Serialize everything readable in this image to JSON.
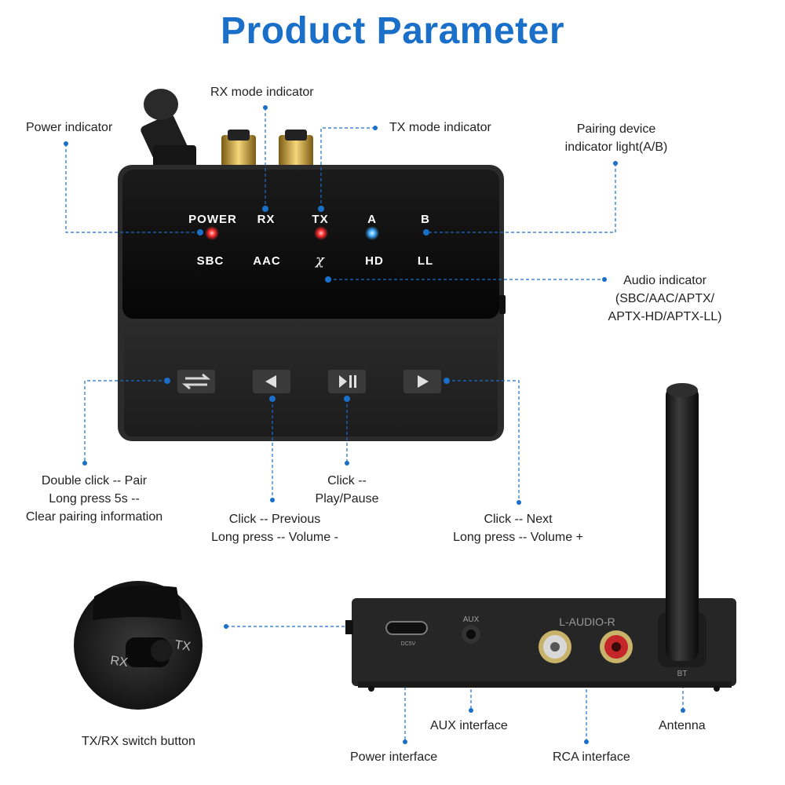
{
  "title": "Product Parameter",
  "labels": {
    "rx_mode": "RX mode indicator",
    "power_indicator": "Power indicator",
    "tx_mode": "TX mode indicator",
    "pairing_line1": "Pairing device",
    "pairing_line2": "indicator light(A/B)",
    "audio_line1": "Audio indicator",
    "audio_line2": "(SBC/AAC/APTX/",
    "audio_line3": "APTX-HD/APTX-LL)",
    "pair_line1": "Double click -- Pair",
    "pair_line2": "Long press 5s --",
    "pair_line3": "Clear pairing information",
    "play_line1": "Click --",
    "play_line2": "Play/Pause",
    "prev_line1": "Click -- Previous",
    "prev_line2": "Long press -- Volume -",
    "next_line1": "Click -- Next",
    "next_line2": "Long press -- Volume +",
    "switch_button": "TX/RX switch button",
    "power_interface": "Power interface",
    "aux_interface": "AUX interface",
    "rca_interface": "RCA interface",
    "antenna": "Antenna"
  },
  "panel": {
    "power": "POWER",
    "rx": "RX",
    "tx": "TX",
    "a": "A",
    "b": "B",
    "sbc": "SBC",
    "aac": "AAC",
    "aptx": "χ",
    "hd": "HD",
    "ll": "LL"
  },
  "switch_labels": {
    "rx": "RX",
    "tx": "TX"
  },
  "rear_panel": {
    "aux": "AUX",
    "audio": "L-AUDIO-R",
    "dc": "DC5V",
    "bt": "BT"
  },
  "colors": {
    "title": "#1a6fc9",
    "callout": "#1a6fc9",
    "led_red": "#ff2a2a",
    "led_blue": "#3aa8ff"
  }
}
